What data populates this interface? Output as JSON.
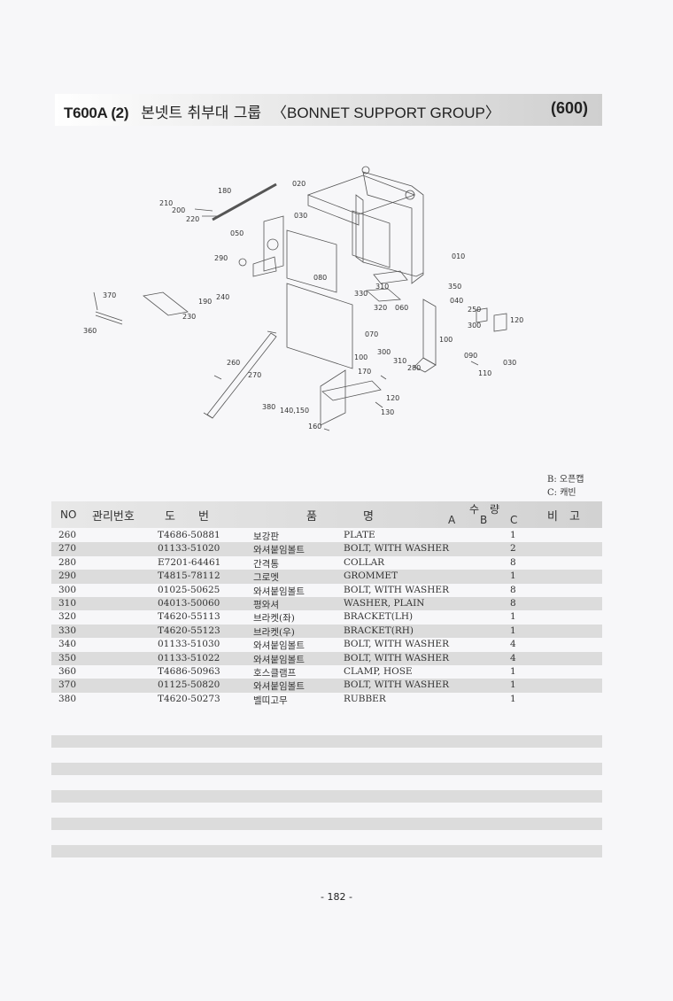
{
  "header": {
    "model": "T600A (2)",
    "title_korean": "본넷트 취부대 그룹",
    "title_english": "〈BONNET SUPPORT GROUP〉",
    "group_code": "(600)"
  },
  "diagram": {
    "callouts": [
      "020",
      "180",
      "210",
      "200",
      "220",
      "030",
      "050",
      "290",
      "010",
      "080",
      "310",
      "330",
      "350",
      "040",
      "320",
      "060",
      "250",
      "120",
      "370",
      "240",
      "190",
      "230",
      "360",
      "070",
      "100",
      "300",
      "260",
      "090",
      "110",
      "030",
      "300",
      "310",
      "280",
      "170",
      "100",
      "270",
      "120",
      "380",
      "140,150",
      "130",
      "160"
    ]
  },
  "legend": {
    "b": "B: 오픈캡",
    "c": "C: 캐빈"
  },
  "table": {
    "headers": {
      "no": "NO",
      "mgmt_no": "관리번호",
      "drawing": "도　　번",
      "part_name": "품　　　　명",
      "qty": "수　량",
      "qty_a": "A",
      "qty_b": "B",
      "qty_c": "C",
      "remarks": "비　고"
    },
    "rows": [
      {
        "no": "260",
        "drawing": "T4686-50881",
        "name_kr": "보강판",
        "name_en": "PLATE",
        "qty": "1"
      },
      {
        "no": "270",
        "drawing": "01133-51020",
        "name_kr": "와셔붙임볼트",
        "name_en": "BOLT, WITH WASHER",
        "qty": "2"
      },
      {
        "no": "280",
        "drawing": "E7201-64461",
        "name_kr": "간격통",
        "name_en": "COLLAR",
        "qty": "8"
      },
      {
        "no": "290",
        "drawing": "T4815-78112",
        "name_kr": "그로멧",
        "name_en": "GROMMET",
        "qty": "1"
      },
      {
        "no": "300",
        "drawing": "01025-50625",
        "name_kr": "와셔붙임볼트",
        "name_en": "BOLT, WITH WASHER",
        "qty": "8"
      },
      {
        "no": "310",
        "drawing": "04013-50060",
        "name_kr": "평와셔",
        "name_en": "WASHER, PLAIN",
        "qty": "8"
      },
      {
        "no": "320",
        "drawing": "T4620-55113",
        "name_kr": "브라켓(좌)",
        "name_en": "BRACKET(LH)",
        "qty": "1"
      },
      {
        "no": "330",
        "drawing": "T4620-55123",
        "name_kr": "브라켓(우)",
        "name_en": "BRACKET(RH)",
        "qty": "1"
      },
      {
        "no": "340",
        "drawing": "01133-51030",
        "name_kr": "와셔붙임볼트",
        "name_en": "BOLT, WITH WASHER",
        "qty": "4"
      },
      {
        "no": "350",
        "drawing": "01133-51022",
        "name_kr": "와셔붙임볼트",
        "name_en": "BOLT, WITH WASHER",
        "qty": "4"
      },
      {
        "no": "360",
        "drawing": "T4686-50963",
        "name_kr": "호스클램프",
        "name_en": "CLAMP, HOSE",
        "qty": "1"
      },
      {
        "no": "370",
        "drawing": "01125-50820",
        "name_kr": "와셔붙임볼트",
        "name_en": "BOLT, WITH WASHER",
        "qty": "1"
      },
      {
        "no": "380",
        "drawing": "T4620-50273",
        "name_kr": "벨띠고무",
        "name_en": "RUBBER",
        "qty": "1"
      }
    ]
  },
  "footer": {
    "page": "- 182 -"
  }
}
